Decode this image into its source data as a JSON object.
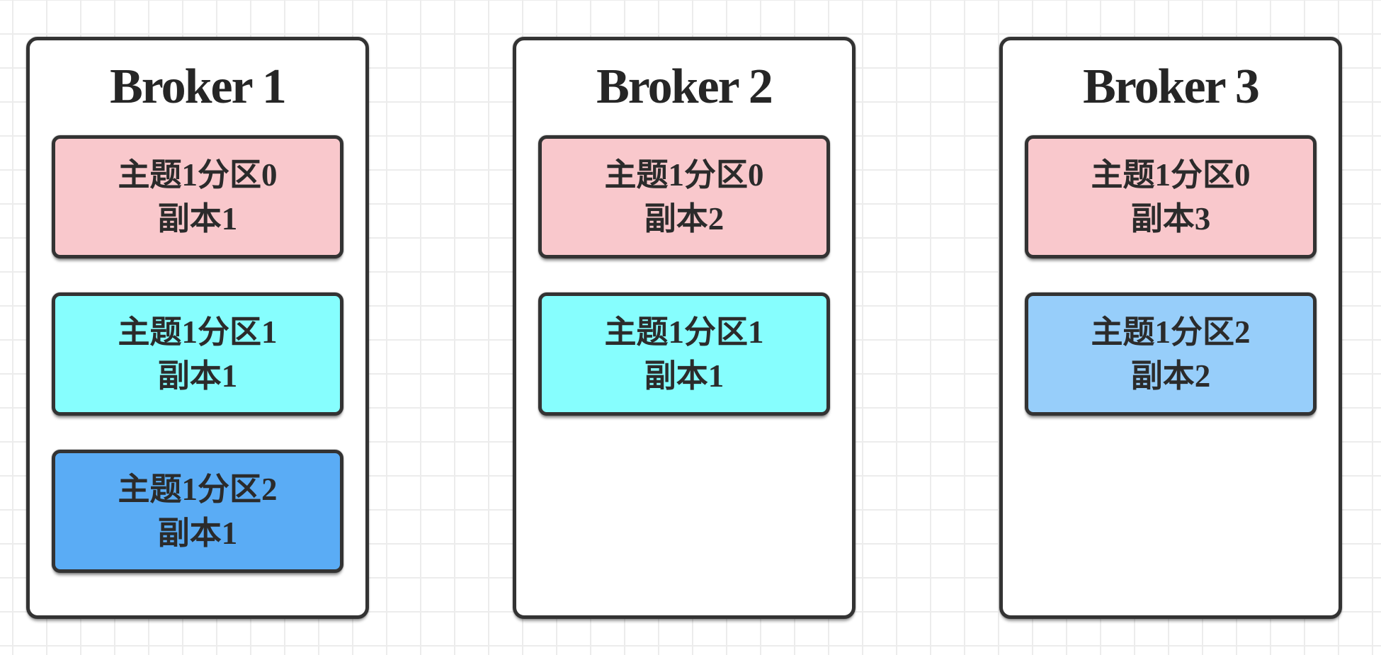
{
  "diagram": {
    "description_label": "Kafka broker partition replica diagram",
    "background_color": "#ffffff",
    "grid_color": "#ececec"
  },
  "colors": {
    "pink": "#f9c8cc",
    "cyan": "#86fefe",
    "blue": "#5aacf5",
    "light_blue": "#97cefa",
    "border": "#333333",
    "text": "#2b2b2b"
  },
  "brokers": [
    {
      "title": "Broker 1",
      "partitions": [
        {
          "line1": "主题1分区0",
          "line2": "副本1",
          "color_key": "pink"
        },
        {
          "line1": "主题1分区1",
          "line2": "副本1",
          "color_key": "cyan"
        },
        {
          "line1": "主题1分区2",
          "line2": "副本1",
          "color_key": "blue"
        }
      ]
    },
    {
      "title": "Broker 2",
      "partitions": [
        {
          "line1": "主题1分区0",
          "line2": "副本2",
          "color_key": "pink"
        },
        {
          "line1": "主题1分区1",
          "line2": "副本1",
          "color_key": "cyan"
        }
      ]
    },
    {
      "title": "Broker 3",
      "partitions": [
        {
          "line1": "主题1分区0",
          "line2": "副本3",
          "color_key": "pink"
        },
        {
          "line1": "主题1分区2",
          "line2": "副本2",
          "color_key": "light_blue"
        }
      ]
    }
  ]
}
